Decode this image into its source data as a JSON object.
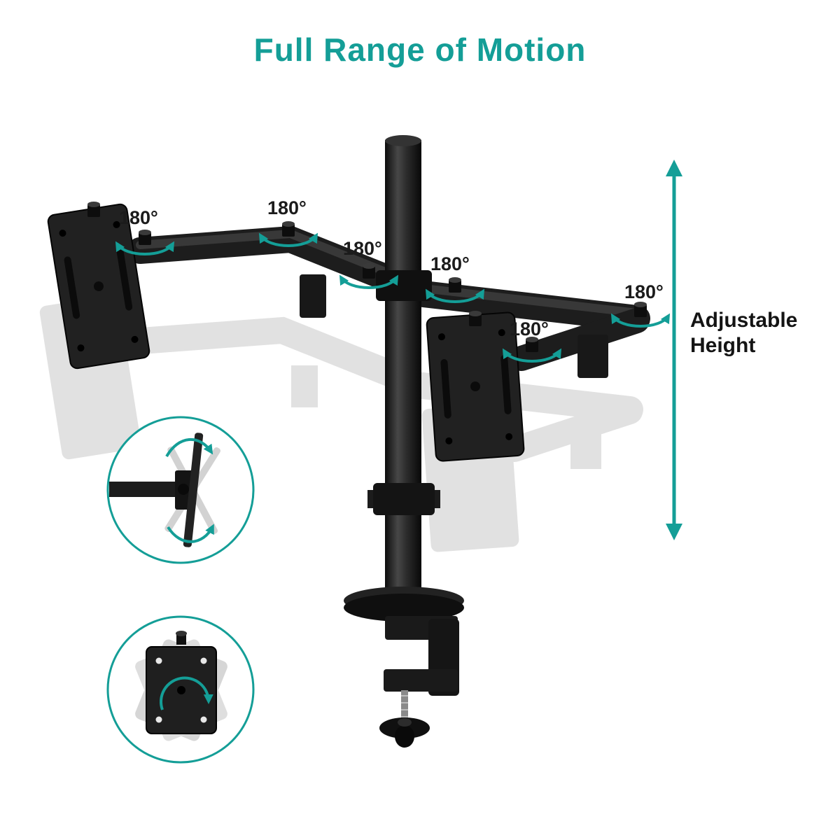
{
  "title": "Full Range of Motion",
  "accent_color": "#149e97",
  "rotation_labels": [
    {
      "text": "180°"
    },
    {
      "text": "180°"
    },
    {
      "text": "180°"
    },
    {
      "text": "180°"
    },
    {
      "text": "180°"
    },
    {
      "text": "180°"
    }
  ],
  "height_label": {
    "line1": "Adjustable",
    "line2": "Height"
  },
  "icons": {
    "rotation_arrow": "curved-double-headed-arc-arrow",
    "height_range_arrow": "vertical-double-headed-arrow",
    "tilt_arrow": "curved-single-arrow",
    "rotate_arrow": "circular-arrow"
  }
}
